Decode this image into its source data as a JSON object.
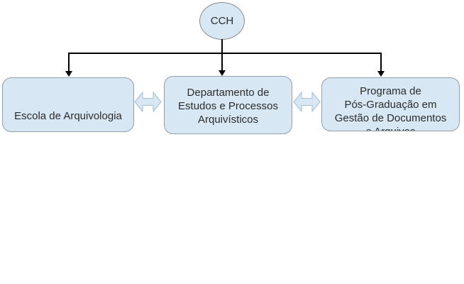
{
  "diagram": {
    "root_node": {
      "label": "CCH"
    },
    "boxes": [
      {
        "lines": [
          "Escola de Arquivologia"
        ]
      },
      {
        "lines": [
          "Departamento de",
          "Estudos e Processos",
          "Arquivísticos"
        ]
      },
      {
        "lines": [
          "Programa de",
          "Pós-Graduação em",
          "Gestão de Documentos",
          "e Arquivos"
        ]
      }
    ]
  },
  "colors": {
    "background": "#ffffff",
    "node_fill": "#d7e8f4",
    "node_border": "#8f9fac",
    "ellipse_border": "#8c8c8c",
    "arrow_border": "#a5becf",
    "connector": "#000000",
    "text": "#2b2b2b"
  }
}
